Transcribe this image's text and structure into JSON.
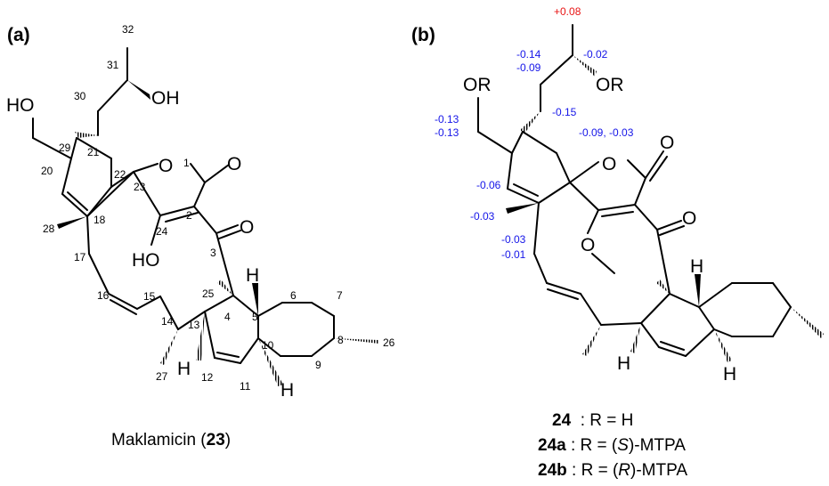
{
  "panels": {
    "a": "(a)",
    "b": "(b)"
  },
  "atoms": {
    "O": "O",
    "H": "H",
    "HO": "HO",
    "OH": "OH",
    "OR": "OR"
  },
  "atom_numbers": [
    "1",
    "2",
    "3",
    "4",
    "5",
    "6",
    "7",
    "8",
    "9",
    "10",
    "11",
    "12",
    "13",
    "14",
    "15",
    "16",
    "17",
    "18",
    "20",
    "21",
    "22",
    "23",
    "24",
    "25",
    "26",
    "27",
    "28",
    "29",
    "30",
    "31",
    "32"
  ],
  "caption_a": {
    "name": "Maklamicin (",
    "number": "23",
    "close": ")"
  },
  "shifts": {
    "c32": "+0.08",
    "c30a": "-0.14",
    "c30b": "-0.09",
    "c31": "-0.02",
    "c29a": "-0.13",
    "c29b": "-0.13",
    "c21": "-0.15",
    "c22": "-0.09, -0.03",
    "c19": "-0.06",
    "c28": "-0.03",
    "c17a": "-0.03",
    "c17b": "-0.01"
  },
  "legend": [
    {
      "id": "24",
      "rhs": "  : R = H"
    },
    {
      "id": "24a",
      "rhs_pre": " : R = (",
      "stereo": "S",
      "rhs_post": ")-MTPA"
    },
    {
      "id": "24b",
      "rhs_pre": " : R = (",
      "stereo": "R",
      "rhs_post": ")-MTPA"
    }
  ],
  "colors": {
    "bond": "#000000",
    "negative_shift": "#1515e8",
    "positive_shift": "#e81515"
  }
}
